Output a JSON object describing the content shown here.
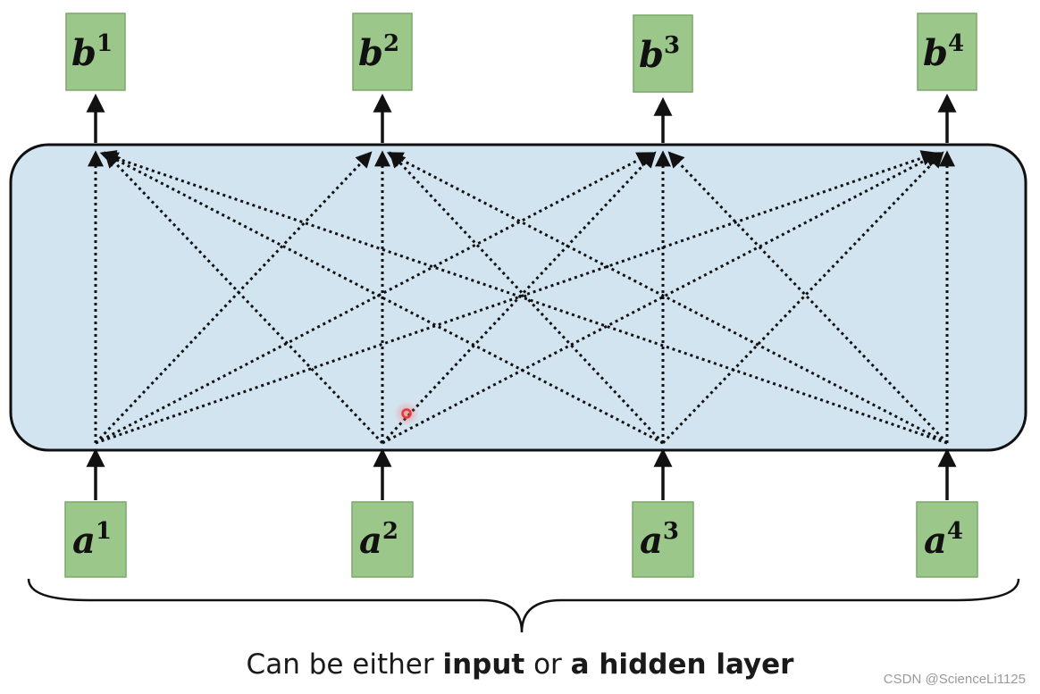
{
  "diagram": {
    "outputs": [
      {
        "base": "b",
        "sup": "1"
      },
      {
        "base": "b",
        "sup": "2"
      },
      {
        "base": "b",
        "sup": "3"
      },
      {
        "base": "b",
        "sup": "4"
      }
    ],
    "inputs": [
      {
        "base": "a",
        "sup": "1"
      },
      {
        "base": "a",
        "sup": "2"
      },
      {
        "base": "a",
        "sup": "3"
      },
      {
        "base": "a",
        "sup": "4"
      }
    ],
    "caption": {
      "part1": "Can be either ",
      "part2": "input",
      "part3": " or ",
      "part4": "a hidden layer"
    },
    "watermark": "CSDN @ScienceLi1125"
  },
  "colors": {
    "node_fill": "#9cc78a",
    "node_stroke": "#7aa86a",
    "layer_fill": "#d3e4f1",
    "layer_stroke": "#111111",
    "arrow": "#111111",
    "cursor": "#e53935"
  }
}
